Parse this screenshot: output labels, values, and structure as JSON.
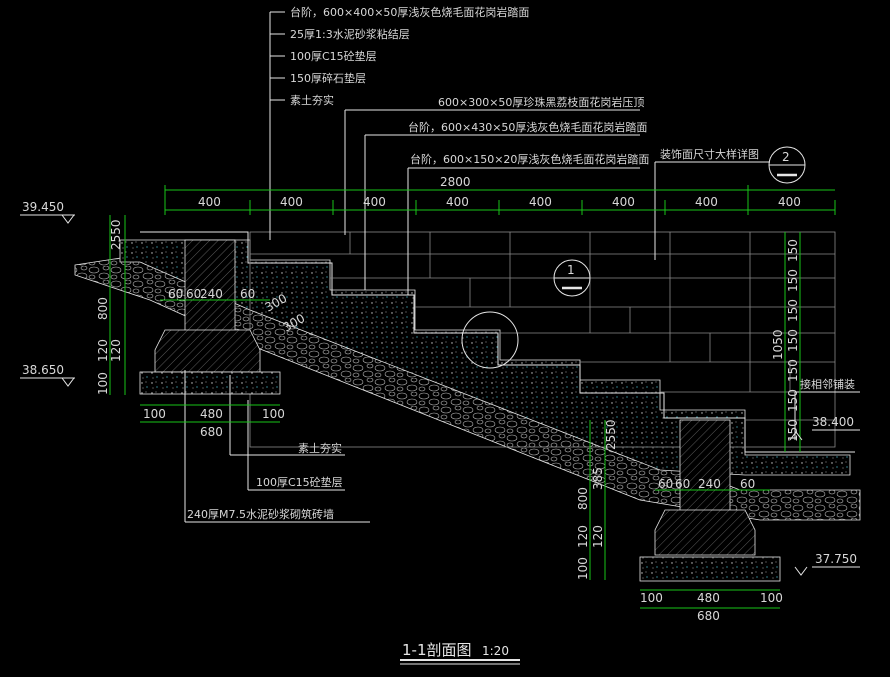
{
  "title": {
    "main": "1-1剖面图",
    "scale": "1:20"
  },
  "callouts_top": [
    "台阶，600×400×50厚浅灰色烧毛面花岗岩踏面",
    "25厚1:3水泥砂浆粘结层",
    "100厚C15砼垫层",
    "150厚碎石垫层",
    "素土夯实"
  ],
  "callouts_mid": [
    "600×300×50厚珍珠黑荔枝面花岗岩压顶",
    "台阶，600×430×50厚浅灰色烧毛面花岗岩踏面",
    "台阶，600×150×20厚浅灰色烧毛面花岗岩踏面"
  ],
  "detail_label": "装饰面尺寸大样详图",
  "detail_bubble_2": "2",
  "detail_bubble_1": "1",
  "callouts_bottom": [
    "素土夯实",
    "100厚C15砼垫层",
    "240厚M7.5水泥砂浆砌筑砖墙"
  ],
  "right_label": "接相邻铺装",
  "elevations": {
    "e1": "39.450",
    "e2": "38.650",
    "e3": "38.400",
    "e4": "37.750"
  },
  "top_dims": {
    "total": "2800",
    "segments": [
      "400",
      "400",
      "400",
      "400",
      "400",
      "400",
      "400",
      "400"
    ]
  },
  "left_dims": {
    "v1": "2550",
    "v2": "800",
    "v3": "120",
    "v4": "120",
    "v5": "100",
    "h1": "60",
    "h2": "60",
    "h3": "240",
    "h4": "60",
    "s1": "300",
    "s2": "300"
  },
  "left_foot_dims": {
    "a": "100",
    "b": "480",
    "c": "100",
    "total": "680"
  },
  "right_dims": {
    "v": [
      "150",
      "150",
      "150",
      "150",
      "150",
      "150",
      "150"
    ],
    "total": "1050"
  },
  "mid_dims": {
    "v1": "2550",
    "v2": "385",
    "v3": "800",
    "v4": "120",
    "v5": "120",
    "v6": "100",
    "h1": "60",
    "h2": "60",
    "h3": "240",
    "h4": "60"
  },
  "right_foot_dims": {
    "a": "100",
    "b": "480",
    "c": "100",
    "total": "680"
  }
}
